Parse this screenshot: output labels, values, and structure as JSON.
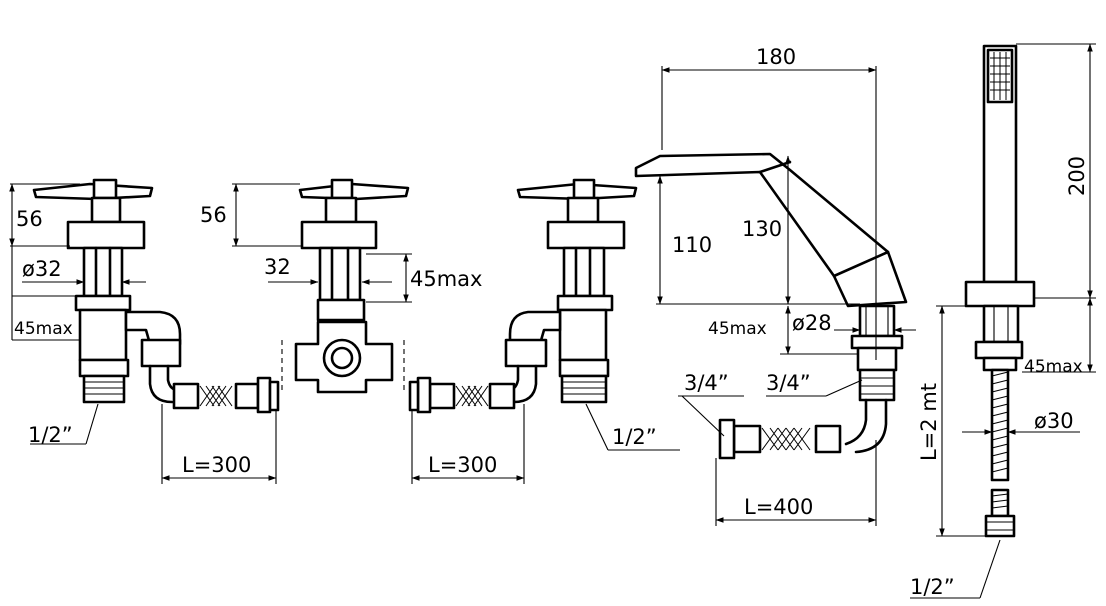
{
  "colors": {
    "line": "#000000",
    "background": "#ffffff"
  },
  "labels": {
    "left_handle_height": "56",
    "left_body_diameter": "ø32",
    "left_max_depth": "45max",
    "left_inlet_thread": "1/2”",
    "center_handle_height": "56",
    "center_body_size": "32",
    "center_max_depth": "45max",
    "left_hose_length": "L=300",
    "right_hose_length": "L=300",
    "right_inlet_thread": "1/2”",
    "spout_reach": "180",
    "spout_height": "110",
    "spout_length": "130",
    "spout_max_depth": "45max",
    "spout_diameter": "ø28",
    "spout_thread_a": "3/4”",
    "spout_thread_b": "3/4”",
    "spout_hose_length": "L=400",
    "handshower_length": "200",
    "handshower_max_depth": "45max",
    "handshower_hose_length": "L=2 mt",
    "handshower_diameter": "ø30",
    "handshower_thread": "1/2”"
  }
}
